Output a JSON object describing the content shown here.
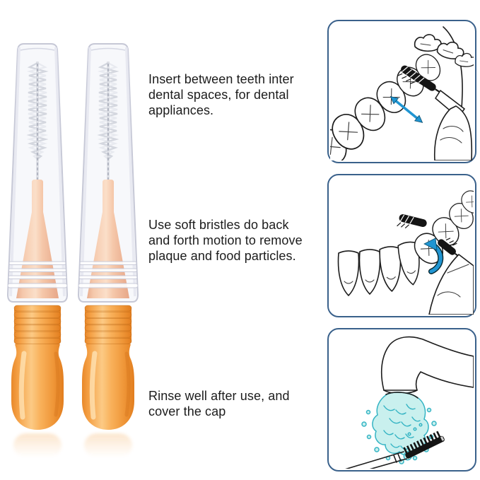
{
  "theme": {
    "page-bg": "#ffffff",
    "text-color": "#1c1c1c",
    "panel-border": "#3a618b",
    "arrow-blue": "#2095d2",
    "water-fill": "#c9f0ee",
    "water-stroke": "#35b4c4",
    "line-ink": "#1c1c1c"
  },
  "product": {
    "name": "interdental-brushes-with-caps",
    "count": 2,
    "colors": {
      "handle_orange": "#f5a041",
      "handle_orange_dark": "#e27e1f",
      "handle_orange_light": "#fcca85",
      "neck_peach": "#f5c8ab",
      "neck_peach_light": "#fbdfc9",
      "cap_clear_edge": "#c6c8d6",
      "bristle_gray": "#cfd3dc"
    }
  },
  "instructions": {
    "steps": [
      {
        "id": 1,
        "lines": [
          "Insert between teeth inter",
          "dental spaces, for dental",
          "appliances."
        ]
      },
      {
        "id": 2,
        "lines": [
          "Use soft bristles do back",
          "and forth motion to remove",
          "plaque and food particles."
        ]
      },
      {
        "id": 3,
        "lines": [
          "Rinse well after use, and",
          "cover the cap"
        ]
      }
    ]
  },
  "diagrams": [
    {
      "name": "insert-between-teeth"
    },
    {
      "name": "back-and-forth-motion"
    },
    {
      "name": "rinse-under-running-water"
    }
  ]
}
